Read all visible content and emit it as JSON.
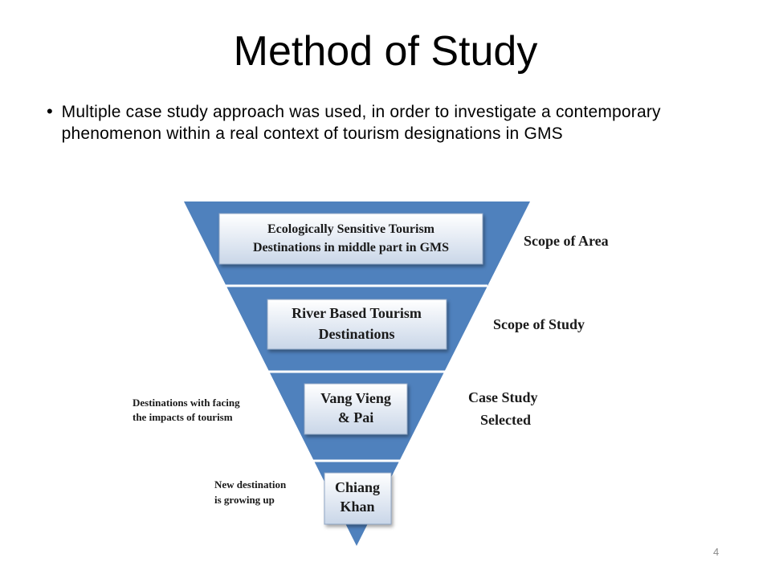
{
  "slide": {
    "title": "Method of Study",
    "bullet": "Multiple case study approach was used, in order to investigate a contemporary phenomenon within a real context of tourism designations in GMS",
    "page_number": "4"
  },
  "diagram": {
    "colors": {
      "funnel": "#4f81bd",
      "box_top": "#ffffff",
      "box_bottom": "#c9d6e8",
      "box_border": "#8fa6c6",
      "separator": "#ffffff"
    },
    "levels": [
      {
        "box_lines": [
          "Ecologically Sensitive Tourism",
          "Destinations in middle part in GMS"
        ],
        "right_label": [
          "Scope of Area"
        ],
        "left_label": []
      },
      {
        "box_lines": [
          "River Based Tourism",
          "Destinations"
        ],
        "right_label": [
          "Scope of Study"
        ],
        "left_label": []
      },
      {
        "box_lines": [
          "Vang Vieng",
          "& Pai"
        ],
        "right_label": [
          "Case Study",
          "Selected"
        ],
        "left_label": [
          "Destinations with facing",
          "the impacts of tourism"
        ]
      },
      {
        "box_lines": [
          "Chiang",
          "Khan"
        ],
        "right_label": [],
        "left_label": [
          "New destination",
          "is growing up"
        ]
      }
    ]
  }
}
